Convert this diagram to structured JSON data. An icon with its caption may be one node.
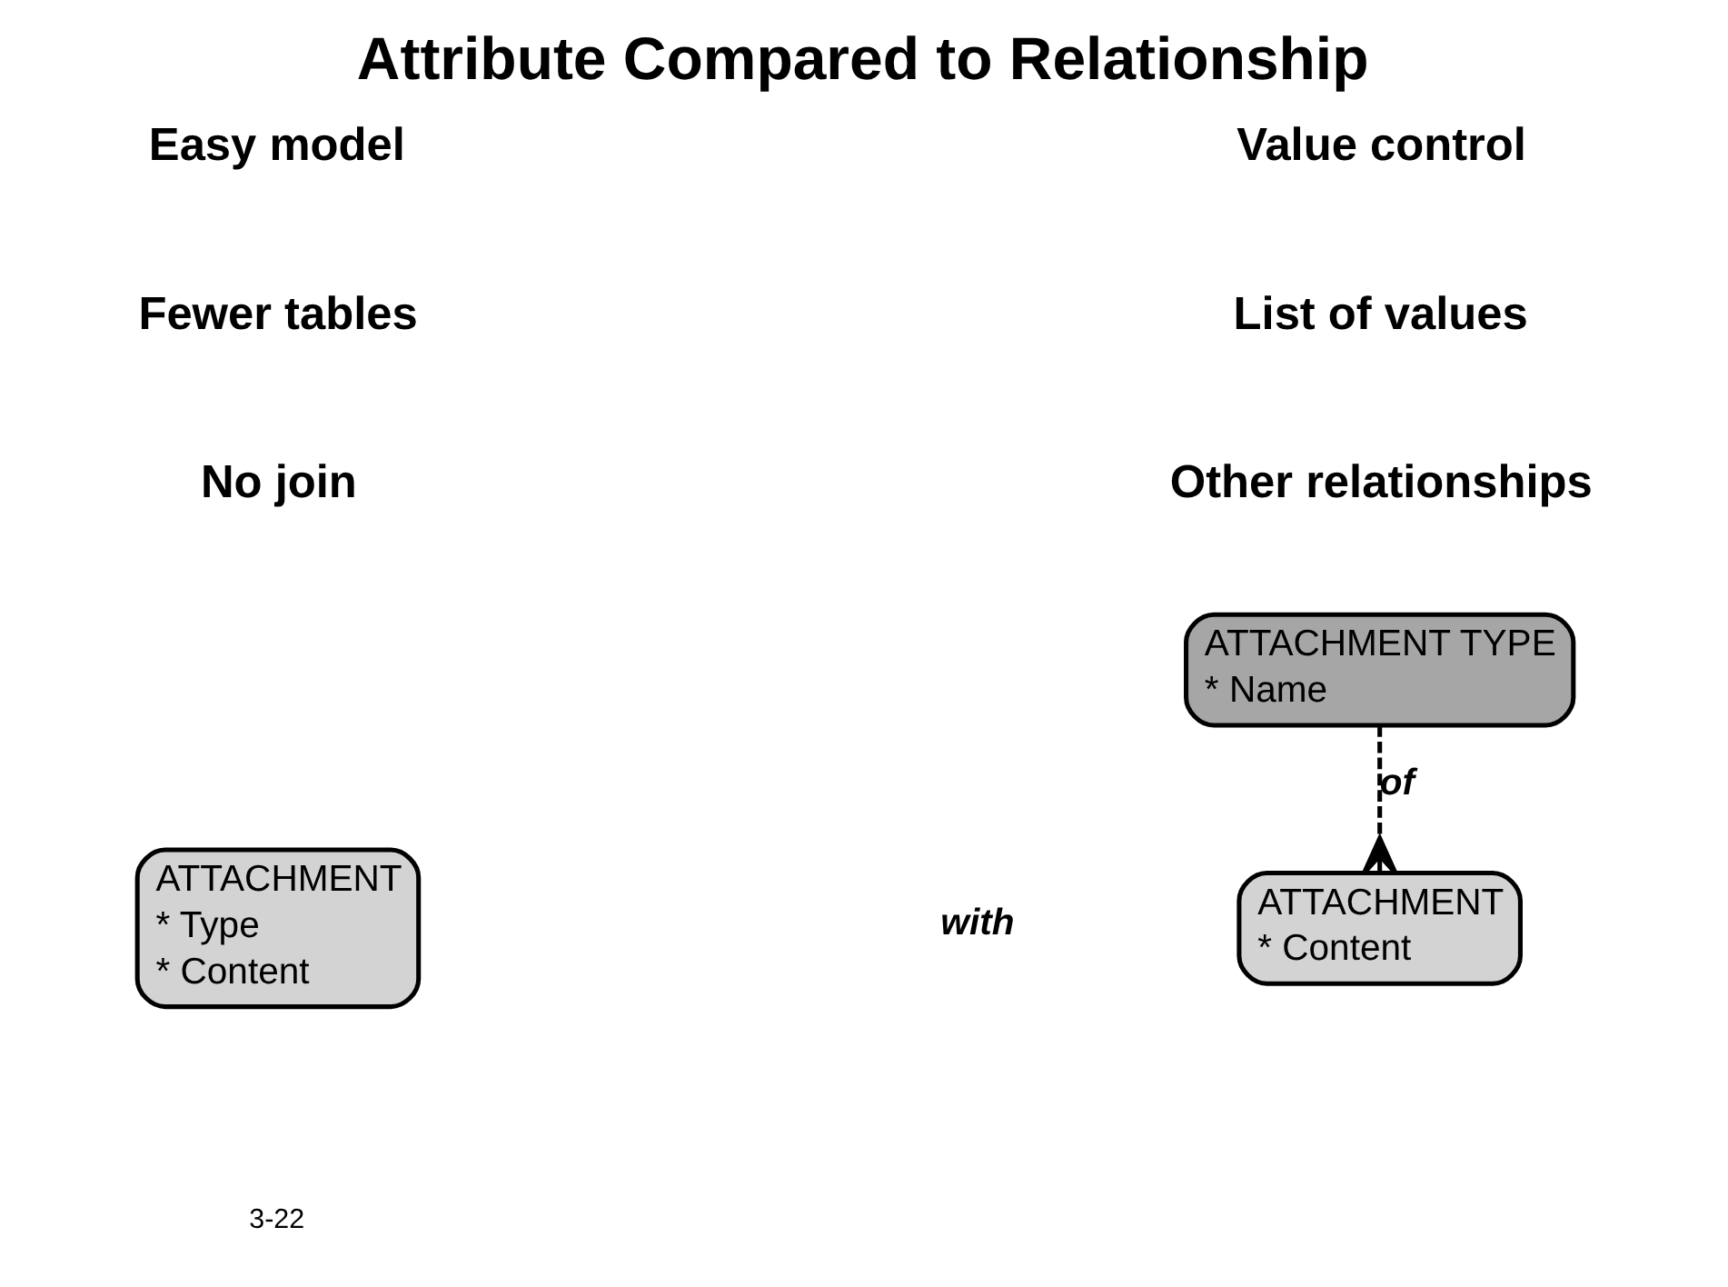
{
  "diagram": {
    "title": "Attribute Compared to Relationship",
    "nodes": [
      {
        "text": [
          "ATTACHMENT",
          "* Type",
          "* Content"
        ]
      },
      {
        "text": [
          "ATTACHMENT TYPE",
          "* Name"
        ]
      },
      {
        "text": [
          "ATTACHMENT",
          "* Content"
        ]
      }
    ],
    "edges": [
      {
        "from": 1,
        "to": 2,
        "arrow": "other",
        "label": "of",
        "style": "dashed"
      }
    ],
    "labels": [
      "Easy model",
      "Value control",
      "Fewer tables",
      "List of values",
      "No join",
      "Other relationships",
      "with",
      "3-22"
    ]
  }
}
